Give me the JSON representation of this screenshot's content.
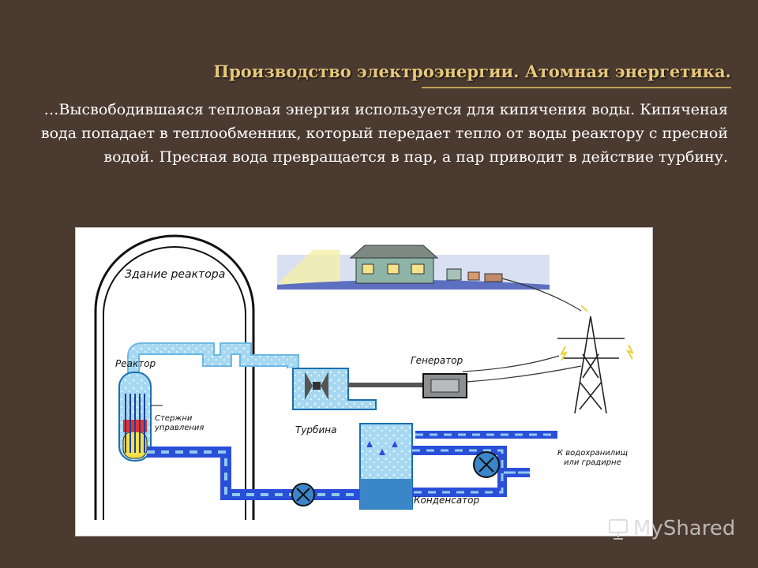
{
  "slide": {
    "title": "Производство электроэнергии.  Атомная энергетика.",
    "paragraph": "…Высвободившаяся тепловая энергия используется для кипячения воды. Кипяченая вода попадает в теплообменник, который передает тепло от воды реактору с пресной водой. Пресная вода превращается в пар, а пар приводит в действие турбину."
  },
  "diagram": {
    "labels": {
      "reactor_building": "Здание реактора",
      "reactor": "Реактор",
      "control_rods_1": "Стержни",
      "control_rods_2": "управления",
      "turbine": "Турбина",
      "generator": "Генератор",
      "condenser": "Конденсатор",
      "reservoir_1": "К водохранилищ",
      "reservoir_2": "или градирне"
    },
    "colors": {
      "water": "#2b4ed9",
      "steam": "#9ed4f0",
      "rod_red": "#e3342f",
      "fuel_yellow": "#f3e14a"
    }
  },
  "watermark": {
    "text": "MyShared"
  }
}
